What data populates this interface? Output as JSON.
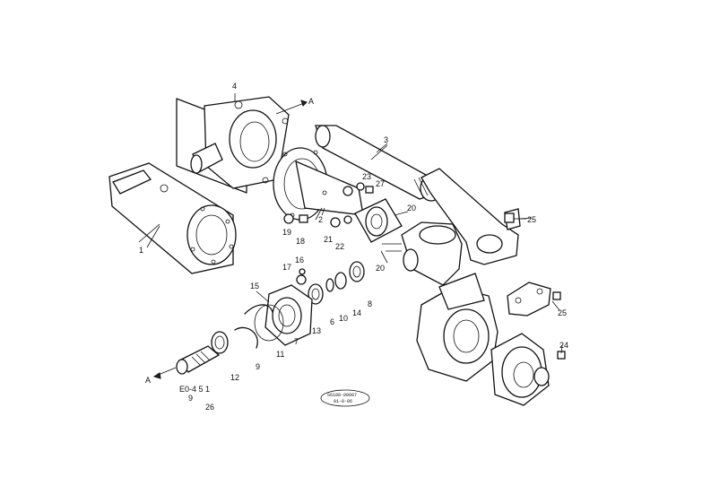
{
  "labels": {
    "l1": "1",
    "l2": "2",
    "l3": "3",
    "l4": "4",
    "l6": "6",
    "l8": "8",
    "l9": "9",
    "l10": "10",
    "l11": "11",
    "l12": "12",
    "l13": "13",
    "l14": "14",
    "l15": "15",
    "l16": "16",
    "l17": "17",
    "l18": "18",
    "l19": "19",
    "l20a": "20",
    "l20b": "20",
    "l21": "21",
    "l22": "22",
    "l23": "23",
    "l24": "24",
    "l25a": "25",
    "l25b": "25",
    "l27": "27",
    "l7": "7",
    "arrowA1": "A",
    "arrowA2": "A"
  },
  "note": {
    "line1": "E0-4 5 1",
    "line2": "9",
    "line3": "26"
  },
  "stamp": {
    "line1": "S6188-00007",
    "line2": "01-0-06"
  }
}
